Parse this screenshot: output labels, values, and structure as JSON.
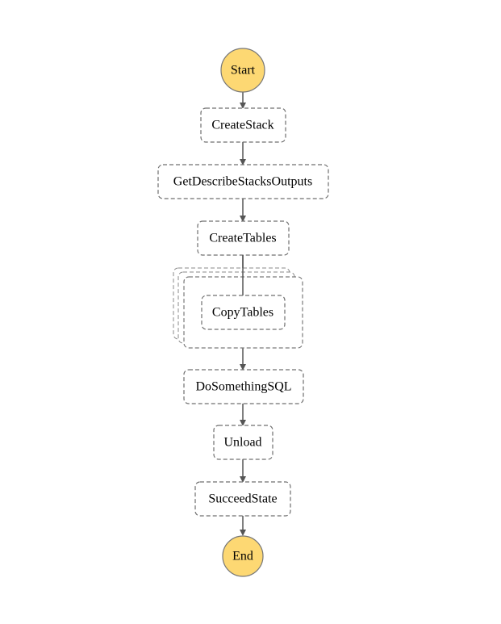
{
  "workflow": {
    "start": {
      "label": "Start"
    },
    "end": {
      "label": "End"
    },
    "states": [
      {
        "id": "create_stack",
        "label": "CreateStack"
      },
      {
        "id": "get_describe",
        "label": "GetDescribeStacksOutputs"
      },
      {
        "id": "create_tables",
        "label": "CreateTables"
      },
      {
        "id": "copy_tables",
        "label": "CopyTables",
        "kind": "map"
      },
      {
        "id": "do_something_sql",
        "label": "DoSomethingSQL"
      },
      {
        "id": "unload",
        "label": "Unload"
      },
      {
        "id": "succeed_state",
        "label": "SucceedState"
      }
    ]
  },
  "colors": {
    "terminal_fill": "#fdd873",
    "terminal_stroke": "#777777",
    "state_stroke": "#6f6f6f",
    "edge": "#555555"
  }
}
